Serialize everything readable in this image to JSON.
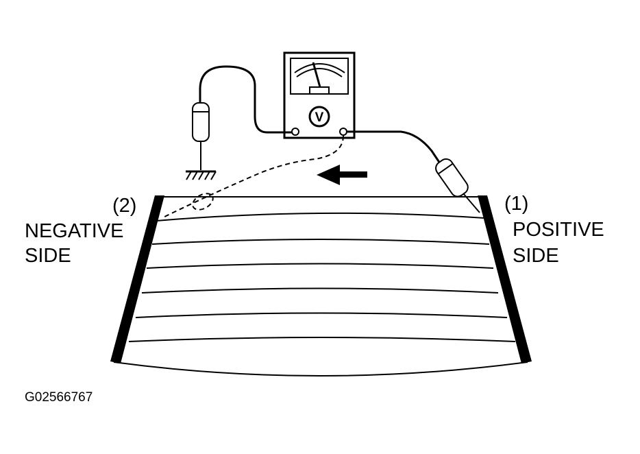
{
  "labels": {
    "negative_marker": "(2)",
    "negative_line1": "NEGATIVE",
    "negative_line2": "SIDE",
    "positive_marker": "(1)",
    "positive_line1": "POSITIVE",
    "positive_line2": "SIDE",
    "meter_symbol": "V",
    "figure_id": "G02566767"
  },
  "colors": {
    "ink": "#000000",
    "paper": "#ffffff"
  },
  "icons": {
    "meter": "voltmeter-icon",
    "ground": "ground-symbol-icon",
    "direction": "arrow-left-icon"
  }
}
